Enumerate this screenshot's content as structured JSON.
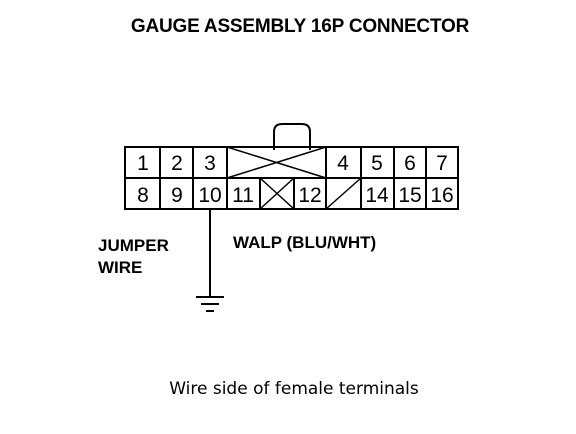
{
  "title": "GAUGE ASSEMBLY 16P CONNECTOR",
  "connector": {
    "top_row": [
      "1",
      "2",
      "3",
      "",
      "4",
      "5",
      "6",
      "7"
    ],
    "bottom_row": [
      "8",
      "9",
      "10",
      "11",
      "",
      "12",
      "",
      "14",
      "15",
      "16"
    ]
  },
  "labels": {
    "jumper_line1": "JUMPER",
    "jumper_line2": "WIRE",
    "walp": "WALP (BLU/WHT)"
  },
  "caption": "Wire side of female terminals"
}
